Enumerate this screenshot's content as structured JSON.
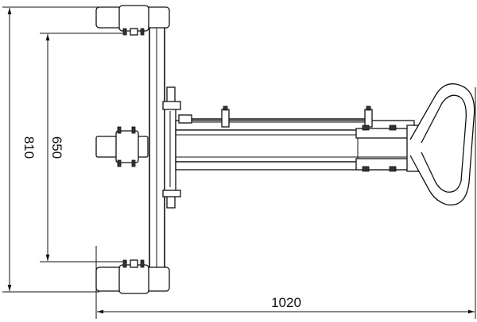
{
  "dimensions": {
    "overall_width": "810",
    "wheel_track": "650",
    "overall_length": "1020"
  }
}
